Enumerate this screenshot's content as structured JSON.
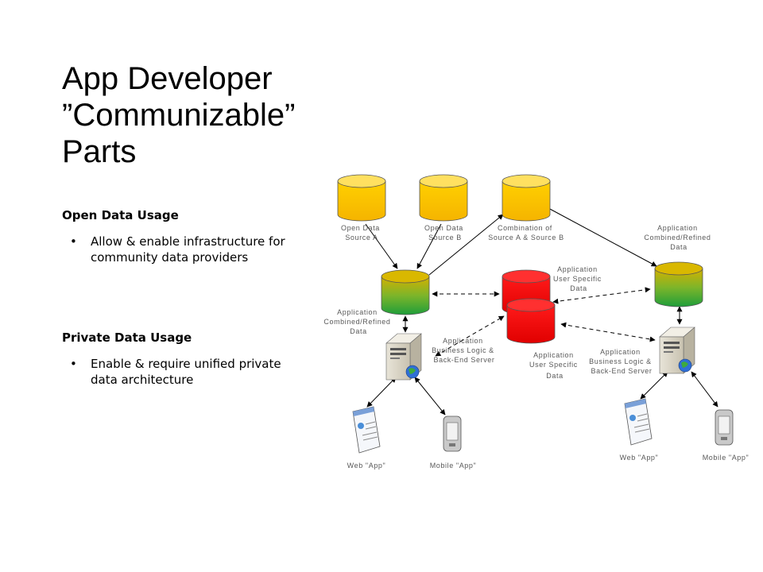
{
  "title": "App Developer ”Communizable” Parts",
  "open_data": {
    "heading": "Open Data Usage",
    "bullets": [
      "Allow & enable infrastructure for community data providers"
    ]
  },
  "private_data": {
    "heading": "Private Data Usage",
    "bullets": [
      "Enable & require unified private data architecture"
    ]
  },
  "diagram": {
    "open_a": [
      "Open Data",
      "Source A"
    ],
    "open_b": [
      "Open Data",
      "Source B"
    ],
    "combo": [
      "Combination of",
      "Source A & Source B"
    ],
    "app_combined_left": [
      "Application",
      "Combined/Refined",
      "Data"
    ],
    "app_combined_right": [
      "Application",
      "Combined/Refined",
      "Data"
    ],
    "user_specific_top": [
      "Application",
      "User Specific",
      "Data"
    ],
    "user_specific_bottom": [
      "Application",
      "User Specific",
      "Data"
    ],
    "server_left": [
      "Application",
      "Business Logic &",
      "Back-End Server"
    ],
    "server_right": [
      "Application",
      "Business Logic &",
      "Back-End Server"
    ],
    "web_app_left": "Web \"App\"",
    "mobile_app_left": "Mobile \"App\"",
    "web_app_right": "Web \"App\"",
    "mobile_app_right": "Mobile \"App\""
  },
  "colors": {
    "open_db": "#FFC000",
    "user_db": "#FF0000",
    "app_db_top": "#C8B400",
    "app_db_bottom": "#22A33A"
  }
}
